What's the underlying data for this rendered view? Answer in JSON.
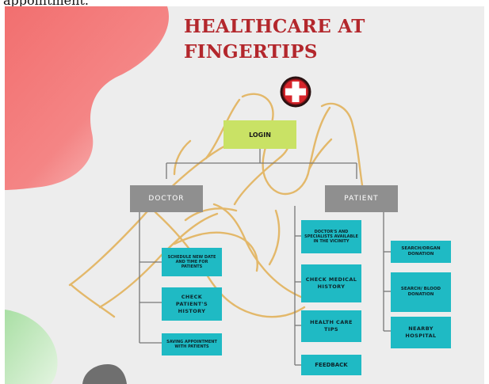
{
  "caption_fragment": "appointment.",
  "title": {
    "line1": "HEALTHCARE AT",
    "line2": "FINGERTIPS"
  },
  "logo_icon": "medical-cross-icon",
  "colors": {
    "title": "#b3272c",
    "login_box": "#c9e265",
    "role_box": "#8f8f8f",
    "feature_box": "#1fbac4",
    "connector": "#777777",
    "hand_outline": "#e3b86a"
  },
  "nodes": {
    "login": "LOGIN",
    "doctor": "DOCTOR",
    "patient": "PATIENT",
    "doctor_features": [
      "SCHEDULE NEW DATE AND TIME FOR PATIENTS",
      "CHECK PATIENT'S HISTORY",
      "SAVING APPOINTMENT WITH PATIENTS"
    ],
    "patient_features": [
      "DOCTOR'S AND SPECIALISTS AVAILABLE IN THE VICINITY",
      "CHECK MEDICAL HISTORY",
      "HEALTH CARE TIPS",
      "FEEDBACK"
    ],
    "patient_extras": [
      "SEARCH/ORGAN DONATION",
      "SEARCH/ BLOOD DONATION",
      "NEARBY HOSPITAL"
    ]
  }
}
